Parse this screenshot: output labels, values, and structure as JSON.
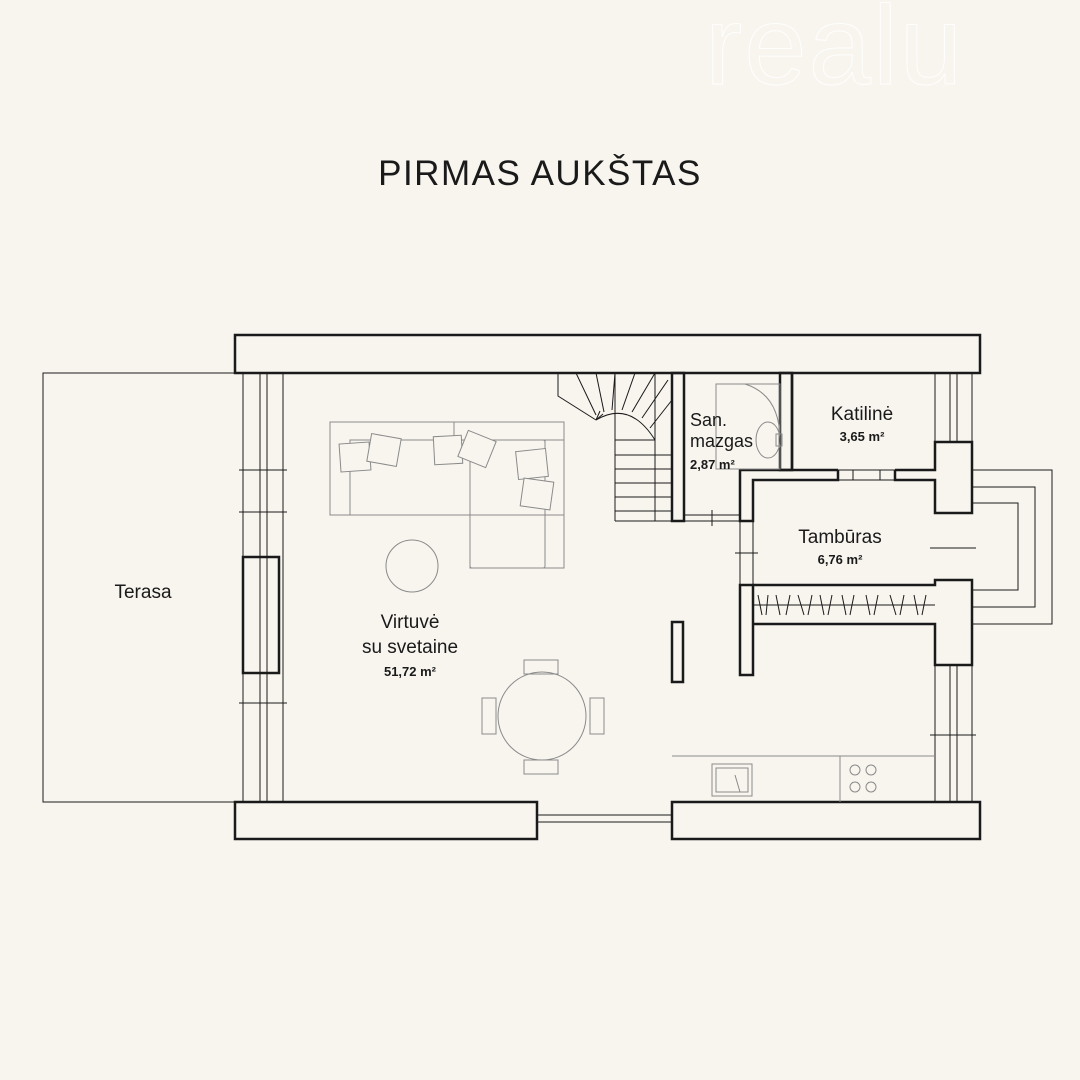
{
  "title": "PIRMAS AUKŠTAS",
  "watermark": "realu",
  "colors": {
    "background": "#f8f5ef",
    "wall": "#1a1a1a",
    "furniture": "#8a8a8a"
  },
  "rooms": {
    "terasa": {
      "name": "Terasa"
    },
    "virtuve": {
      "name_line1": "Virtuvė",
      "name_line2": "su svetaine",
      "area": "51,72 m²"
    },
    "san_mazgas": {
      "name_line1": "San.",
      "name_line2": "mazgas",
      "area": "2,87 m²"
    },
    "katiline": {
      "name": "Katilinė",
      "area": "3,65 m²"
    },
    "tamburas": {
      "name": "Tambūras",
      "area": "6,76 m²"
    }
  }
}
